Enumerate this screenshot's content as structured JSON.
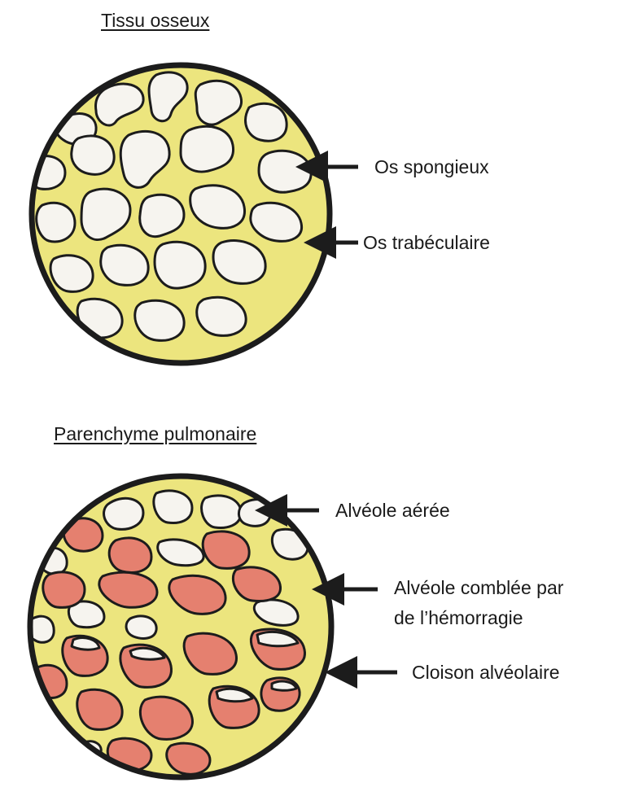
{
  "titles": {
    "bone": "Tissu osseux",
    "lung": "Parenchyme pulmonaire"
  },
  "labels": {
    "spongy_bone": "Os spongieux",
    "trabecular_bone": "Os trabéculaire",
    "aerated_alveolus": "Alvéole aérée",
    "hemorrhage_alveolus_line1": "Alvéole comblée par",
    "hemorrhage_alveolus_line2": "de l’hémorragie",
    "alveolar_septum": "Cloison alvéolaire"
  },
  "colors": {
    "tissue_yellow": "#ece57e",
    "space_white": "#f6f4ef",
    "hemorrhage_red": "#e5806f",
    "outline": "#1c1c1c"
  }
}
